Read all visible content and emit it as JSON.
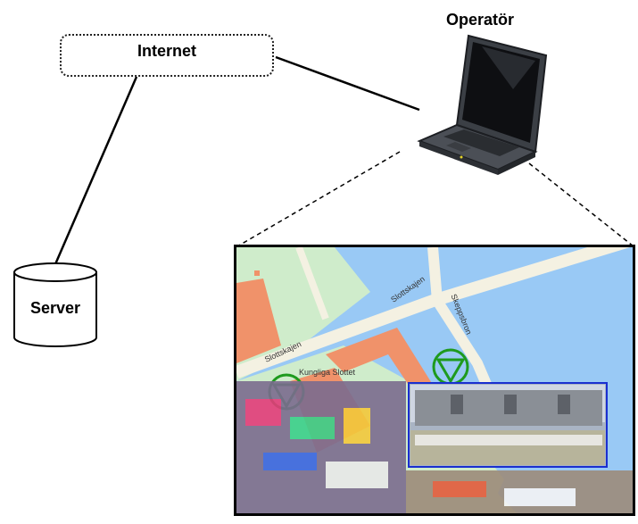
{
  "nodes": {
    "internet": "Internet",
    "operator": "Operatör",
    "server": "Server"
  },
  "map": {
    "streets": [
      "Skeppsbron",
      "Slottskajen",
      "Kungliga Slottet",
      "Slottskajen"
    ],
    "colors": {
      "water": "#99c9f5",
      "land": "#cfeccb",
      "building": "#f0926a",
      "road": "#f4f1e2",
      "marker": "#1e9a1e",
      "video_border": "#1a2fd0"
    }
  }
}
